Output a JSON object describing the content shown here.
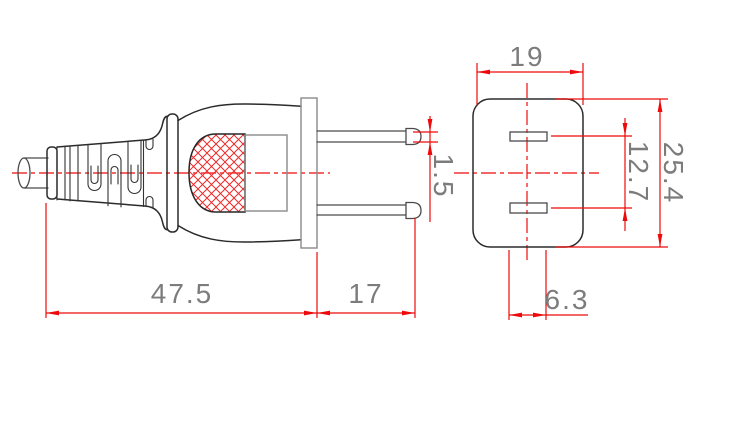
{
  "drawing": {
    "views": {
      "side_view": {
        "dimensions": {
          "body_length": "47.5",
          "blade_length": "17",
          "blade_thickness": "1.5"
        }
      },
      "front_view": {
        "dimensions": {
          "face_width": "19",
          "face_height": "25.4",
          "blade_spacing": "12.7",
          "blade_slot_width": "6.3"
        }
      }
    },
    "colors": {
      "dimension_red": "#ee0a0a",
      "dimension_text_gray": "#7c7c7c",
      "outline_dark": "#2b2b2b",
      "hatch_red": "#ee0a0a"
    }
  }
}
